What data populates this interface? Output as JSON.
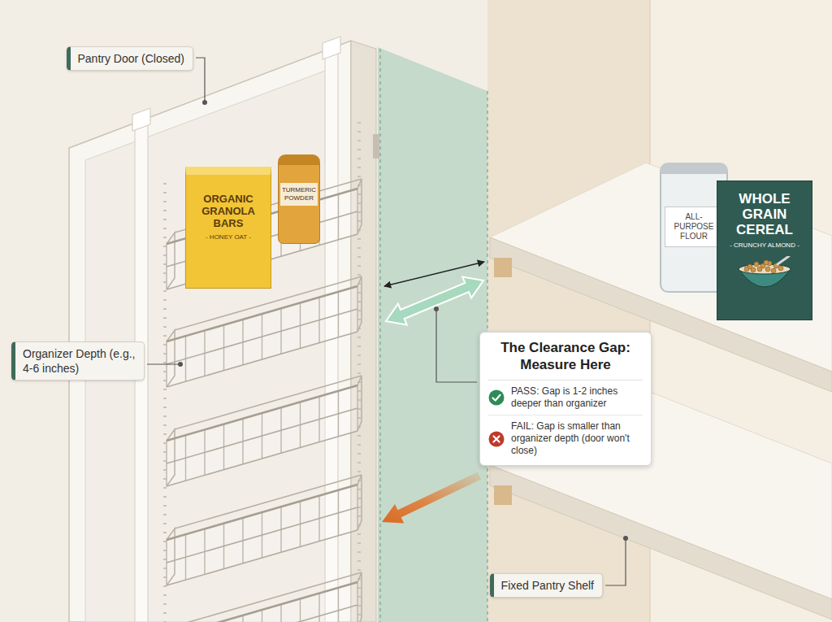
{
  "diagram": {
    "nodes": [
      {
        "text": [
          "Pantry Door (Closed)"
        ]
      },
      {
        "text": [
          "ORGANIC GRANOLA BARS",
          "- HONEY OAT -"
        ]
      },
      {
        "text": [
          "TURMERIC POWDER"
        ]
      },
      {
        "text": [
          "ALL-PURPOSE FLOUR"
        ]
      },
      {
        "text": [
          "WHOLE GRAIN CEREAL",
          "- CRUNCHY ALMOND -"
        ]
      },
      {
        "text": [
          "Organizer Depth (e.g., 4-6 inches)"
        ]
      },
      {
        "text": [
          "The Clearance Gap: Measure Here",
          "PASS: Gap is 1-2 inches deeper than organizer",
          "FAIL: Gap is smaller than organizer depth (door won't close)"
        ]
      },
      {
        "text": [
          "Fixed Pantry Shelf"
        ]
      }
    ]
  }
}
